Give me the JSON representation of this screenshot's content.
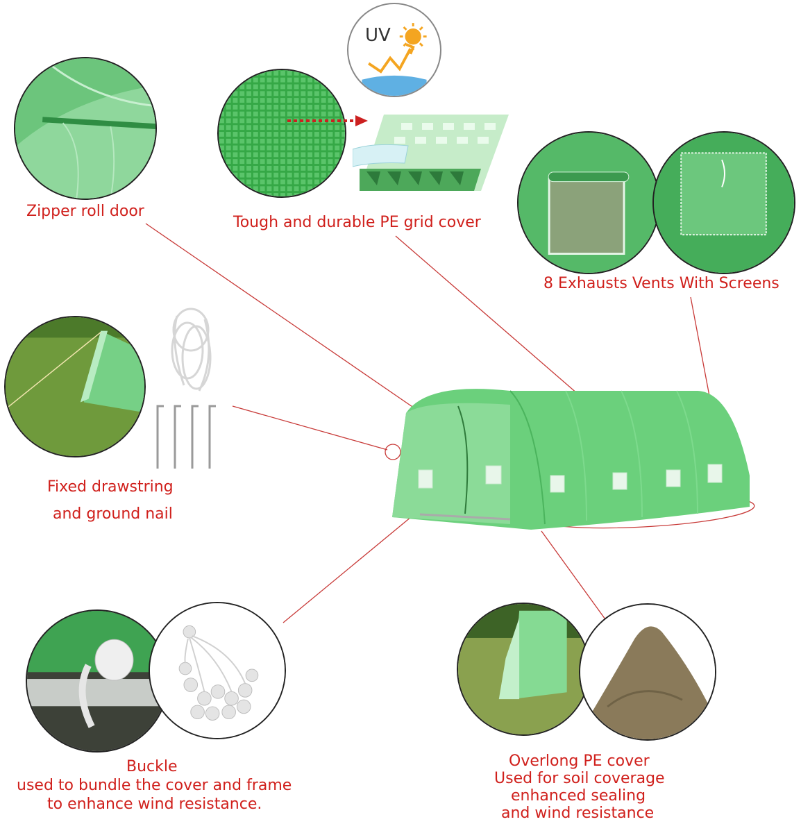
{
  "labels": {
    "zipper_door": "Zipper roll door",
    "pe_grid": "Tough and durable PE grid cover",
    "exhaust_vents": "8 Exhausts Vents With Screens",
    "drawstring_line1": "Fixed drawstring",
    "drawstring_line2": "and ground nail",
    "buckle_line1": "Buckle",
    "buckle_line2": "used to bundle the cover and frame",
    "buckle_line3": "to enhance wind resistance.",
    "overlong_line1": "Overlong PE cover",
    "overlong_line2": "Used for soil coverage",
    "overlong_line3": "enhanced sealing",
    "overlong_line4": "and wind resistance"
  },
  "uv_badge": {
    "text": "UV"
  },
  "colors": {
    "label_red": "#d0201c",
    "leader_line": "#c83a38",
    "greenhouse_green": "#57c76a",
    "grass_green": "#6f9a3c",
    "soil_brown": "#8a7a5a"
  },
  "icons": [
    "uv-sun-icon",
    "ground-nail-icon",
    "rope-coil-icon",
    "ball-bungee-icon"
  ]
}
